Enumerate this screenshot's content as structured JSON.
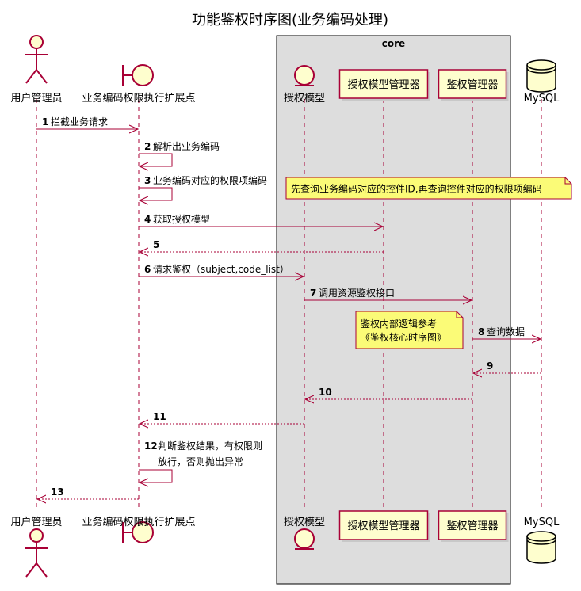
{
  "title": "功能鉴权时序图(业务编码处理)",
  "group": {
    "label": "core"
  },
  "participants": [
    {
      "id": "user",
      "label": "用户管理员",
      "shape": "actor"
    },
    {
      "id": "ext",
      "label": "业务编码权限执行扩展点",
      "shape": "boundary"
    },
    {
      "id": "auth",
      "label": "授权模型",
      "shape": "entity"
    },
    {
      "id": "mgr",
      "label": "授权模型管理器",
      "shape": "participant"
    },
    {
      "id": "perm",
      "label": "鉴权管理器",
      "shape": "participant"
    },
    {
      "id": "db",
      "label": "MySQL",
      "shape": "database"
    }
  ],
  "messages": [
    {
      "num": "1",
      "from": "user",
      "to": "ext",
      "text": "拦截业务请求",
      "style": "solid"
    },
    {
      "num": "2",
      "from": "ext",
      "to": "ext",
      "text": "解析出业务编码",
      "style": "solid"
    },
    {
      "num": "3",
      "from": "ext",
      "to": "ext",
      "text": "业务编码对应的权限项编码",
      "style": "solid"
    },
    {
      "num": "4",
      "from": "ext",
      "to": "mgr",
      "text": "获取授权模型",
      "style": "solid"
    },
    {
      "num": "5",
      "from": "mgr",
      "to": "ext",
      "text": "",
      "style": "dashed"
    },
    {
      "num": "6",
      "from": "ext",
      "to": "auth",
      "text": "请求鉴权（subject,code_list）",
      "style": "solid"
    },
    {
      "num": "7",
      "from": "auth",
      "to": "perm",
      "text": "调用资源鉴权接口",
      "style": "solid"
    },
    {
      "num": "8",
      "from": "perm",
      "to": "db",
      "text": "查询数据",
      "style": "solid"
    },
    {
      "num": "9",
      "from": "db",
      "to": "perm",
      "text": "",
      "style": "dashed"
    },
    {
      "num": "10",
      "from": "perm",
      "to": "auth",
      "text": "",
      "style": "dashed"
    },
    {
      "num": "11",
      "from": "auth",
      "to": "ext",
      "text": "",
      "style": "dashed"
    },
    {
      "num": "12",
      "from": "ext",
      "to": "ext",
      "text": "判断鉴权结果，有权限则\n放行，否则抛出异常",
      "style": "solid"
    },
    {
      "num": "13",
      "from": "ext",
      "to": "user",
      "text": "",
      "style": "dashed"
    }
  ],
  "notes": [
    {
      "text": "先查询业务编码对应的控件ID,再查询控件对应的权限项编码"
    },
    {
      "text": "鉴权内部逻辑参考\n《鉴权核心时序图》"
    }
  ],
  "colors": {
    "line": "#A80036",
    "box_fill": "#FEFECE",
    "group_fill": "#DDDDDD",
    "note_fill": "#FBFB77",
    "lifeline": "#A80036"
  }
}
